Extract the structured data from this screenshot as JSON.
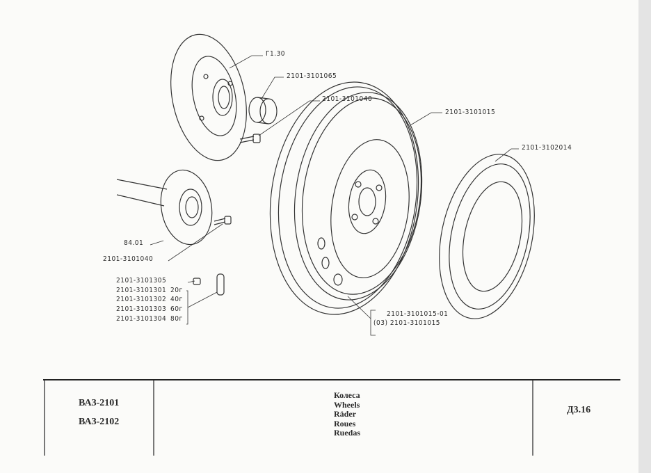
{
  "callouts": {
    "g130": "Г1.30",
    "p3101065": "2101-3101065",
    "p3101040_top": "2101-3101040",
    "p3101015": "2101-3101015",
    "p3102014": "2101-3102014",
    "p8401": "84.01",
    "p3101040_left": "2101-3101040",
    "p3101305": "2101-3101305",
    "p3101015_01": "2101-3101015-01",
    "p3101015_03": "(03) 2101-3101015"
  },
  "weights": [
    {
      "part": "2101-3101301",
      "weight": "20г"
    },
    {
      "part": "2101-3101302",
      "weight": "40г"
    },
    {
      "part": "2101-3101303",
      "weight": "60г"
    },
    {
      "part": "2101-3101304",
      "weight": "80г"
    }
  ],
  "footer": {
    "models": [
      "ВАЗ-2101",
      "ВАЗ-2102"
    ],
    "titles": [
      "Колеса",
      "Wheels",
      "Räder",
      "Roues",
      "Ruedas"
    ],
    "page_code": "Д3.16"
  }
}
